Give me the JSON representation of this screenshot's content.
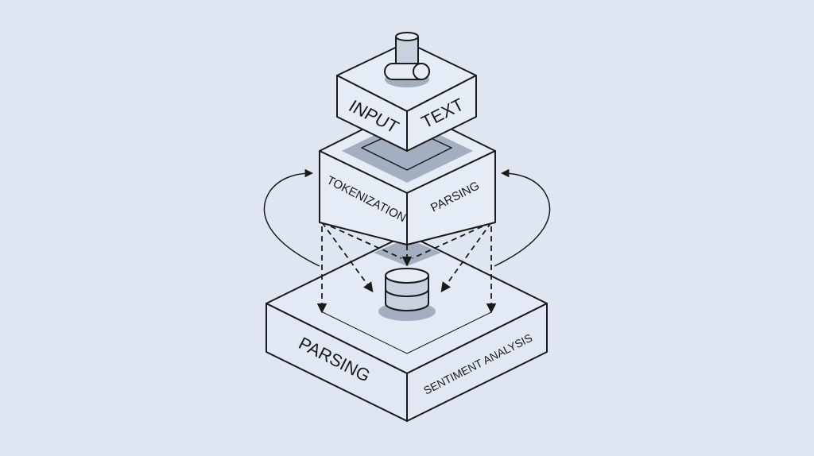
{
  "diagram": {
    "top_block": {
      "left_label": "INPUT",
      "right_label": "TEXT",
      "icon": "cylinder-pipe-icon"
    },
    "middle_block": {
      "left_label": "TOKENIZATION",
      "right_label": "PARSING"
    },
    "bottom_block": {
      "left_label": "PARSING",
      "right_label": "SENTIMENT ANALYSIS",
      "icon": "database-icon"
    }
  },
  "colors": {
    "background": "#dfe6f2",
    "face": "#e6ecf6",
    "shade": "#a3aec0",
    "stroke": "#1a1a1a"
  }
}
